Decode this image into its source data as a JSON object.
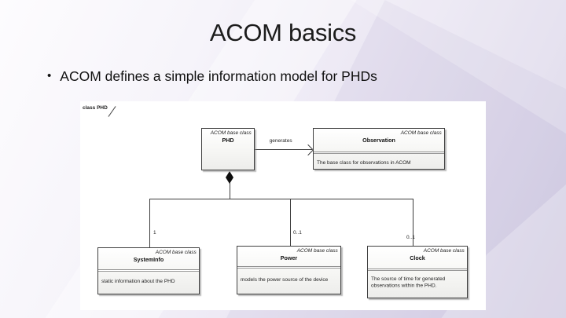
{
  "slide": {
    "title": "ACOM basics",
    "bullet_text": "ACOM defines a simple information model for PHDs"
  },
  "diagram": {
    "frame_label": "class PHD",
    "phd": {
      "stereotype": "ACOM base class",
      "name": "PHD"
    },
    "observation": {
      "stereotype": "ACOM base class",
      "name": "Observation",
      "description": "The base class for observations in ACOM"
    },
    "systeminfo": {
      "stereotype": "ACOM base class",
      "name": "SystemInfo",
      "description": "static information about the PHD"
    },
    "power": {
      "stereotype": "ACOM base class",
      "name": "Power",
      "description": "models the power source of the device"
    },
    "clock": {
      "stereotype": "ACOM base class",
      "name": "Clock",
      "description": "The source of time for generated observations within the PHD."
    },
    "generates_label": "generates",
    "multiplicities": {
      "systeminfo": "1",
      "power": "0..1",
      "clock": "0..1"
    }
  },
  "colors": {
    "slide_bg_light": "#fdfcfe",
    "slide_bg_purple": "#d5cfe4",
    "panel_bg": "#ffffff",
    "box_border": "#404040",
    "box_fill_bottom": "#ededeb",
    "connector_line": "#3c3c3c",
    "text": "#1a1a1a"
  }
}
